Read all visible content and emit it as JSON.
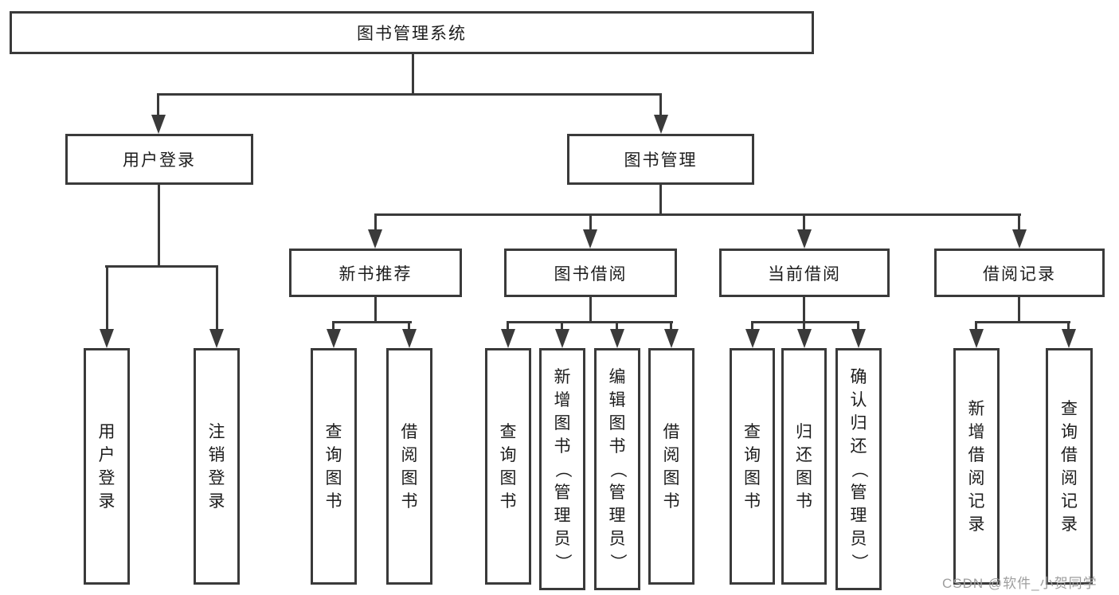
{
  "diagram": {
    "root": "图书管理系统",
    "level2": [
      "用户登录",
      "图书管理"
    ],
    "level3": [
      "新书推荐",
      "图书借阅",
      "当前借阅",
      "借阅记录"
    ],
    "user_login_children": [
      "用户登录",
      "注销登录"
    ],
    "new_book_children": [
      "查询图书",
      "借阅图书"
    ],
    "book_borrow_children": [
      "查询图书",
      "新增图书（管理员）",
      "编辑图书（管理员）",
      "借阅图书"
    ],
    "current_borrow_children": [
      "查询图书",
      "归还图书",
      "确认归还（管理员）"
    ],
    "borrow_record_children": [
      "新增借阅记录",
      "查询借阅记录"
    ]
  },
  "watermark": "CSDN @软件_小贺同学",
  "colors": {
    "line": "#3a3a3a",
    "text": "#1c1c1c",
    "background": "#ffffff",
    "watermark": "#9e9e9e"
  }
}
